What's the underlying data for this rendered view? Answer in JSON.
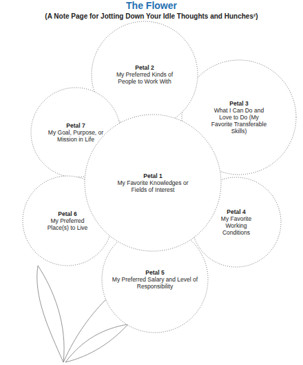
{
  "diagram": {
    "title": "The Flower",
    "nodes": [
      {
        "text": [
          "Petal 2",
          "My Preferred Kinds of People to Work With"
        ]
      },
      {
        "text": [
          "Petal 7",
          "My Goal, Purpose, or Mission in Life"
        ]
      },
      {
        "text": [
          "Petal 3",
          "What I Can Do and Love to Do (My Favorite Transferable Skills)"
        ]
      },
      {
        "text": [
          "Petal 1",
          "My Favorite Knowledges or Fields of Interest"
        ]
      },
      {
        "text": [
          "Petal 6",
          "My Preferred Place(s) to Live"
        ]
      },
      {
        "text": [
          "Petal 4",
          "My Favorite Working Conditions"
        ]
      },
      {
        "text": [
          "Petal 5",
          "My Preferred Salary and Level of Responsibility"
        ]
      }
    ],
    "labels": [
      "(A Note Page for Jotting Down Your Idle Thoughts and Hunches²)"
    ]
  }
}
